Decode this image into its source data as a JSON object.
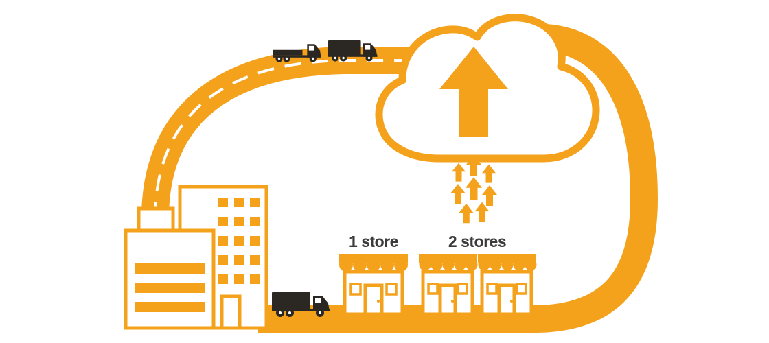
{
  "palette": {
    "orange": "#F4A11B",
    "truck": "#2B2824",
    "text": "#3B3B3B",
    "bg": "#FFFFFF"
  },
  "labels": {
    "store_group_1": "1 store",
    "store_group_2": "2 stores"
  },
  "scene": {
    "kind": "supply-chain-cloud-upload-illustration",
    "elements": [
      "road-loop-icon",
      "factory-building-icon",
      "truck-icon",
      "cloud-icon",
      "upload-arrow-icon",
      "upload-arrows-icon",
      "storefront-icon"
    ],
    "store_count": 3,
    "truck_count": 3,
    "upload_arrow_count": 8
  }
}
